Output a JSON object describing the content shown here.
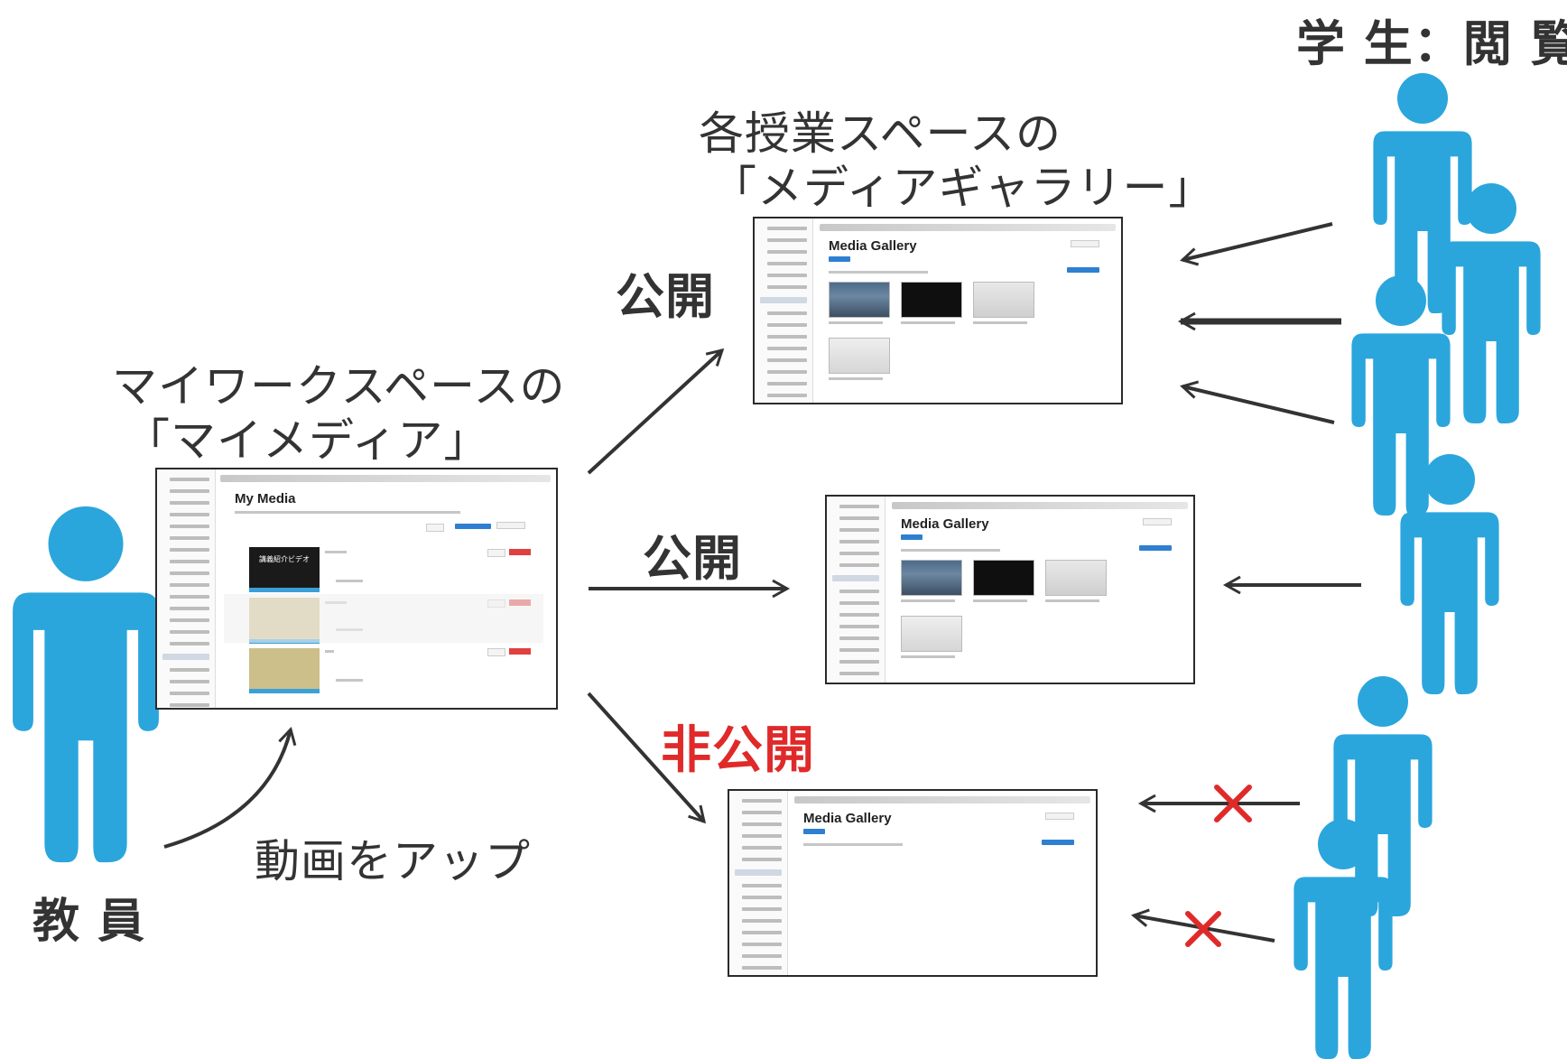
{
  "labels": {
    "student_view": "学 生：閲 覧",
    "course_gallery_line1": "各授業スペースの",
    "course_gallery_line2": "「メディアギャラリー」",
    "my_workspace_line1": "マイワークスペースの",
    "my_workspace_line2": "「マイメディア」",
    "public_1": "公開",
    "public_2": "公開",
    "private": "非公開",
    "upload_video": "動画をアップ",
    "teacher": "教 員"
  },
  "screens": {
    "my_media_title": "My Media",
    "gallery_1_title": "Media Gallery",
    "gallery_2_title": "Media Gallery",
    "gallery_3_title": "Media Gallery",
    "mm_thumb_text": "講義紹介ビデオ"
  },
  "colors": {
    "figure_blue": "#2aa6dc",
    "label_red": "#e02a2a",
    "arrow": "#333333",
    "cross_red": "#e02a2a"
  }
}
